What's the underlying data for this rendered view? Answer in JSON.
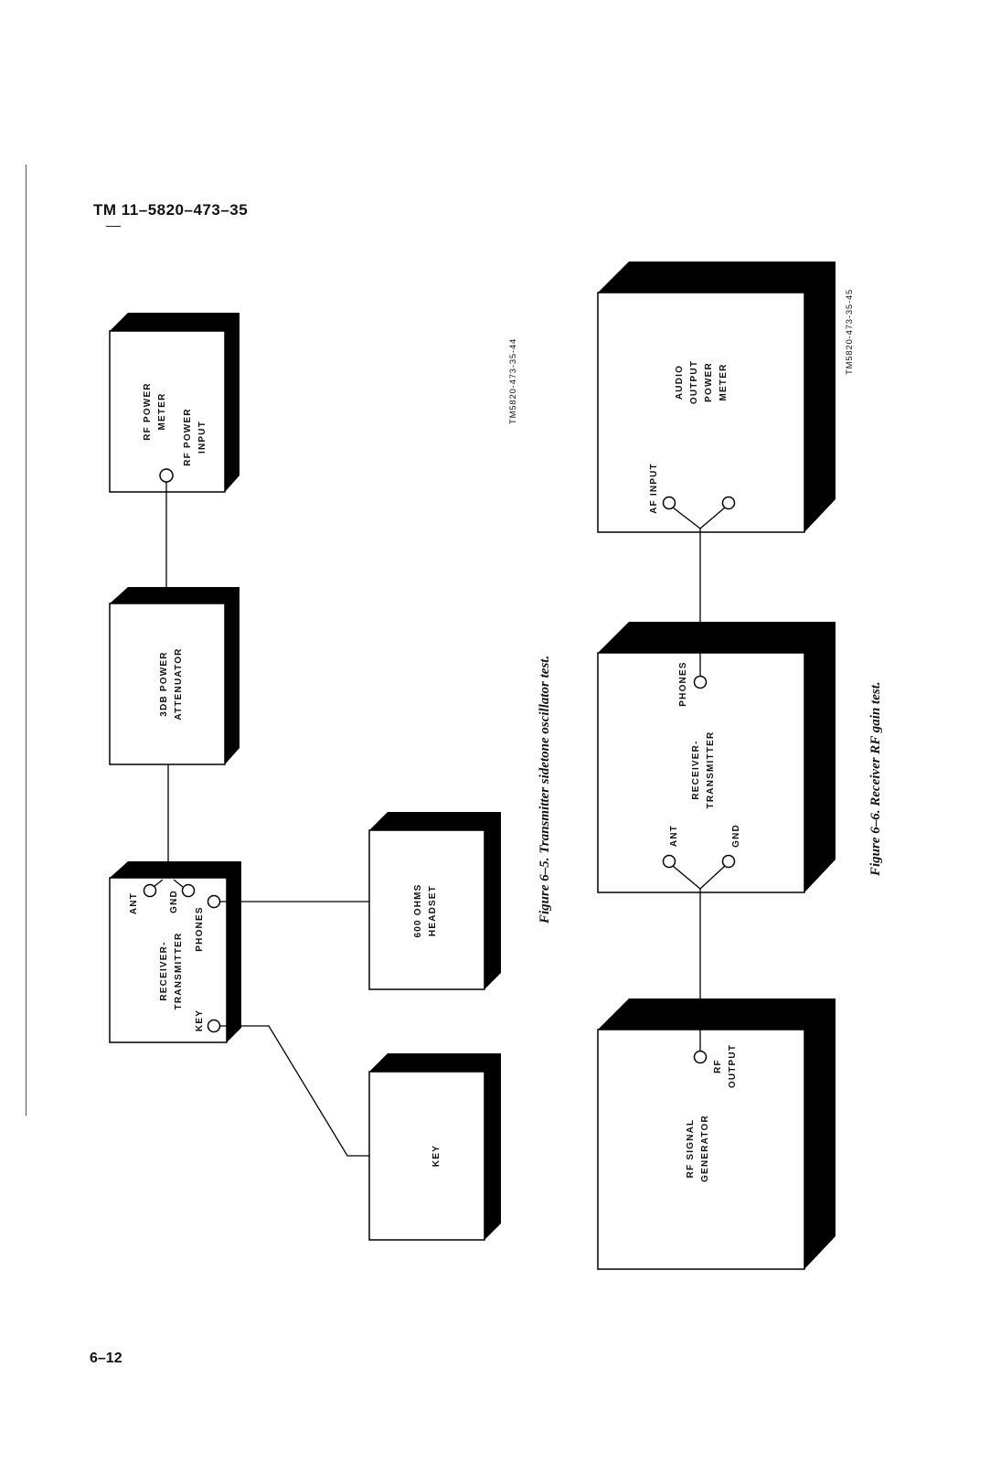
{
  "document_id": "TM 11–5820–473–35",
  "page_number": "6–12",
  "figure_5": {
    "caption": "Figure 6–5.  Transmitter sidetone oscillator test.",
    "figure_id": "TM5820-473-35-44",
    "blocks": {
      "rf_power_meter": {
        "title": [
          "RF POWER",
          "METER"
        ],
        "port": [
          "RF POWER",
          "INPUT"
        ]
      },
      "attenuator": {
        "title": [
          "3DB POWER",
          "ATTENUATOR"
        ]
      },
      "receiver_transmitter": {
        "title": [
          "RECEIVER-",
          "TRANSMITTER"
        ],
        "ports": {
          "ant": "ANT",
          "gnd": "GND",
          "phones": "PHONES",
          "key": "KEY"
        }
      },
      "headset": {
        "title": [
          "600 OHMS",
          "HEADSET"
        ]
      },
      "key": {
        "title": "KEY"
      }
    }
  },
  "figure_6": {
    "caption": "Figure 6–6.  Receiver RF gain test.",
    "figure_id": "TM5820-473-35-45",
    "blocks": {
      "audio_output_power_meter": {
        "title": [
          "AUDIO",
          "OUTPUT",
          "POWER",
          "METER"
        ],
        "port": "AF INPUT"
      },
      "receiver_transmitter": {
        "title": [
          "RECEIVER-",
          "TRANSMITTER"
        ],
        "ports": {
          "phones": "PHONES",
          "ant": "ANT",
          "gnd": "GND"
        }
      },
      "rf_signal_generator": {
        "title": [
          "RF SIGNAL",
          "GENERATOR"
        ],
        "port": [
          "RF",
          "OUTPUT"
        ]
      }
    }
  }
}
